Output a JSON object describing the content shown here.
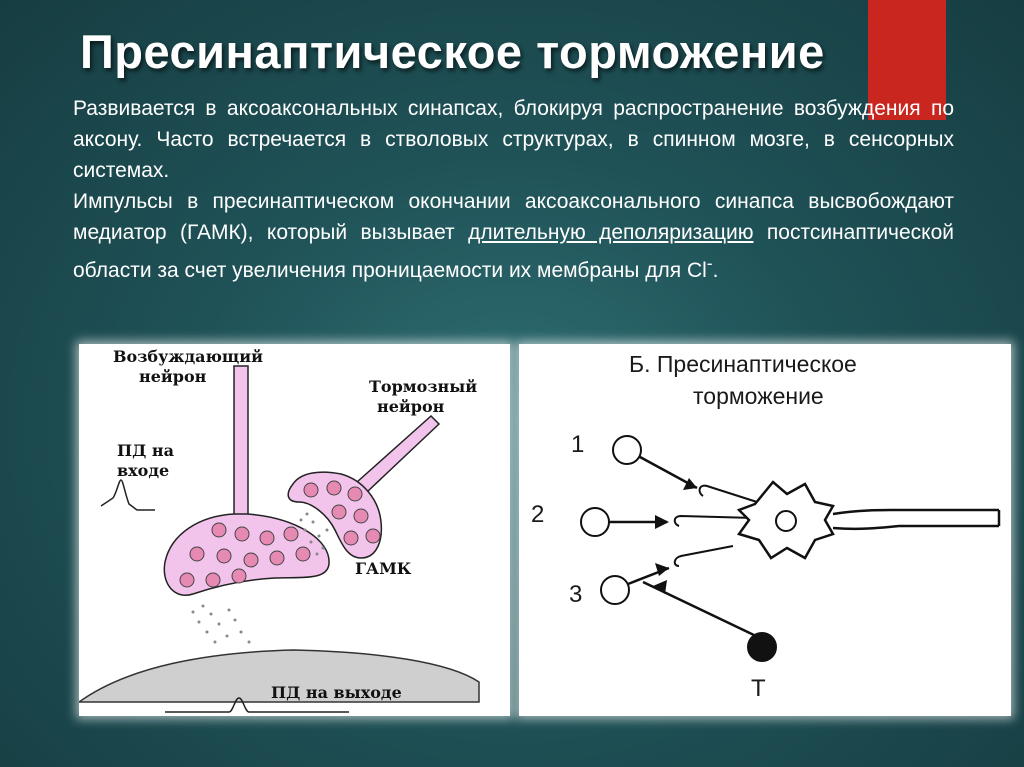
{
  "slide": {
    "title": "Пресинаптическое торможение",
    "accent_color": "#c8261f",
    "background_color": "#1f5257"
  },
  "text": {
    "p1": "Развивается в аксоаксональных синапсах, блокируя распространение возбуждения по аксону. Часто встречается в стволовых структурах, в спинном мозге, в сенсорных системах.",
    "p2_before": "Импульсы в пресинаптическом окончании аксоаксонального синапса высвобождают медиатор (ГАМК), который вызывает ",
    "p2_underlined": "длительную деполяризацию",
    "p2_after": " постсинаптической области за счет увеличения проницаемости их мембраны для Cl",
    "p2_superscript": "-",
    "p2_end": "."
  },
  "diagram_a": {
    "excitatory_line1": "Возбуждающий",
    "excitatory_line2": "нейрон",
    "inhibitory_line1": "Тормозный",
    "inhibitory_line2": "нейрон",
    "input_ap_line1": "ПД на",
    "input_ap_line2": "входе",
    "gaba": "ГАМК",
    "output_ap": "ПД на выходе",
    "terminal_color": "#f2c4ec",
    "vesicle_color": "#e68ab3"
  },
  "diagram_b": {
    "title_line1": "Б. Пресинаптическое",
    "title_line2": "торможение",
    "label_1": "1",
    "label_2": "2",
    "label_3": "3",
    "label_t": "Т"
  }
}
